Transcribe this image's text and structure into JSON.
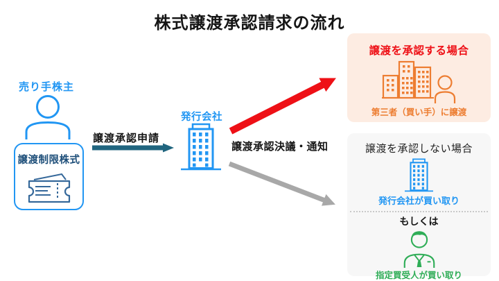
{
  "title": "株式譲渡承認請求の流れ",
  "colors": {
    "blue": "#2196f3",
    "navy": "#1d4e79",
    "ticket_blue": "#35689a",
    "teal_arrow": "#20657f",
    "red": "#ee1016",
    "orange": "#ed7d31",
    "peach_background": "#fdece2",
    "gray_background": "#f7f7f7",
    "gray_arrow": "#a8a8a8",
    "green": "#2fad57"
  },
  "seller": {
    "label": "売り手株主",
    "stock_box_label": "譲渡制限株式",
    "icons": [
      "person-icon",
      "ticket-icon"
    ]
  },
  "flow": {
    "request_label": "譲渡承認申請",
    "request_arrow_icon": "arrow-right-icon",
    "issuer_label": "発行会社",
    "issuer_icon": "building-icon",
    "decision_label": "譲渡承認決議・通知",
    "approve_arrow_icon": "arrow-up-right-icon",
    "reject_arrow_icon": "arrow-down-right-icon"
  },
  "approve_case": {
    "title": "譲渡を承認する場合",
    "icon": "city-buildings-with-buyer-icon",
    "caption": "第三者（買い手）に譲渡"
  },
  "reject_case": {
    "title": "譲渡を承認しない場合",
    "option1_icon": "building-icon",
    "option1_caption": "発行会社が買い取り",
    "or_label": "もしくは",
    "option2_icon": "businessman-icon",
    "option2_caption": "指定買受人が買い取り"
  }
}
